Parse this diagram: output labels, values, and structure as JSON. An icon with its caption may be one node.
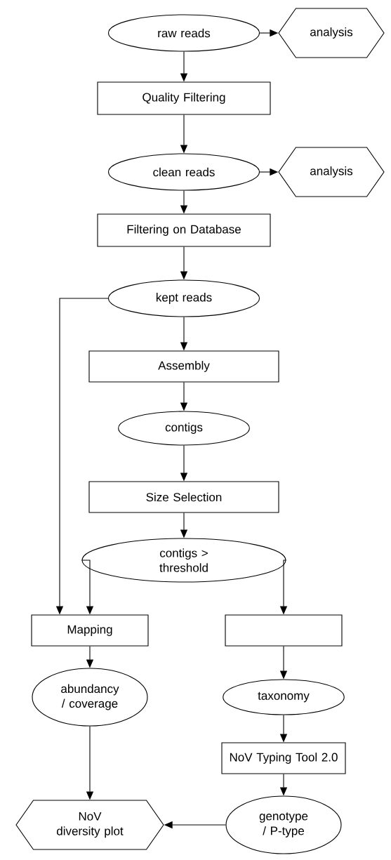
{
  "diagram": {
    "nodes": [
      {
        "text": [
          "raw reads"
        ]
      },
      {
        "text": [
          "analysis"
        ]
      },
      {
        "text": [
          "Quality Filtering"
        ]
      },
      {
        "text": [
          "clean reads"
        ]
      },
      {
        "text": [
          "analysis"
        ]
      },
      {
        "text": [
          "Filtering on Database"
        ]
      },
      {
        "text": [
          "kept reads"
        ]
      },
      {
        "text": [
          "Assembly"
        ]
      },
      {
        "text": [
          "contigs"
        ]
      },
      {
        "text": [
          "Size Selection"
        ]
      },
      {
        "text": [
          "contigs > threshold"
        ]
      },
      {
        "text": [
          "Mapping"
        ]
      },
      {
        "text": [],
        "shape": "box"
      },
      {
        "text": [
          "abundancy / coverage"
        ]
      },
      {
        "text": [
          "taxonomy"
        ]
      },
      {
        "text": [
          "NoV Typing Tool 2.0"
        ]
      },
      {
        "text": [
          "NoV diversity plot"
        ]
      },
      {
        "text": [
          "genotype / P-type"
        ]
      }
    ],
    "edges": [
      {
        "from": 0,
        "to": 1,
        "arrow": "to"
      },
      {
        "from": 0,
        "to": 2,
        "arrow": "to"
      },
      {
        "from": 2,
        "to": 3,
        "arrow": "to"
      },
      {
        "from": 3,
        "to": 4,
        "arrow": "to"
      },
      {
        "from": 3,
        "to": 5,
        "arrow": "to"
      },
      {
        "from": 5,
        "to": 6,
        "arrow": "to"
      },
      {
        "from": 6,
        "to": 7,
        "arrow": "to"
      },
      {
        "from": 7,
        "to": 8,
        "arrow": "to"
      },
      {
        "from": 8,
        "to": 9,
        "arrow": "to"
      },
      {
        "from": 9,
        "to": 10,
        "arrow": "to"
      },
      {
        "from": 6,
        "to": 11,
        "arrow": "to"
      },
      {
        "from": 10,
        "to": 11,
        "arrow": "to"
      },
      {
        "from": 10,
        "to": 12,
        "arrow": "to"
      },
      {
        "from": 11,
        "to": 13,
        "arrow": "to"
      },
      {
        "from": 13,
        "to": 16,
        "arrow": "to"
      },
      {
        "from": 12,
        "to": 14,
        "arrow": "to"
      },
      {
        "from": 14,
        "to": 15,
        "arrow": "to"
      },
      {
        "from": 15,
        "to": 17,
        "arrow": "to"
      },
      {
        "from": 17,
        "to": 16,
        "arrow": "to"
      }
    ]
  }
}
